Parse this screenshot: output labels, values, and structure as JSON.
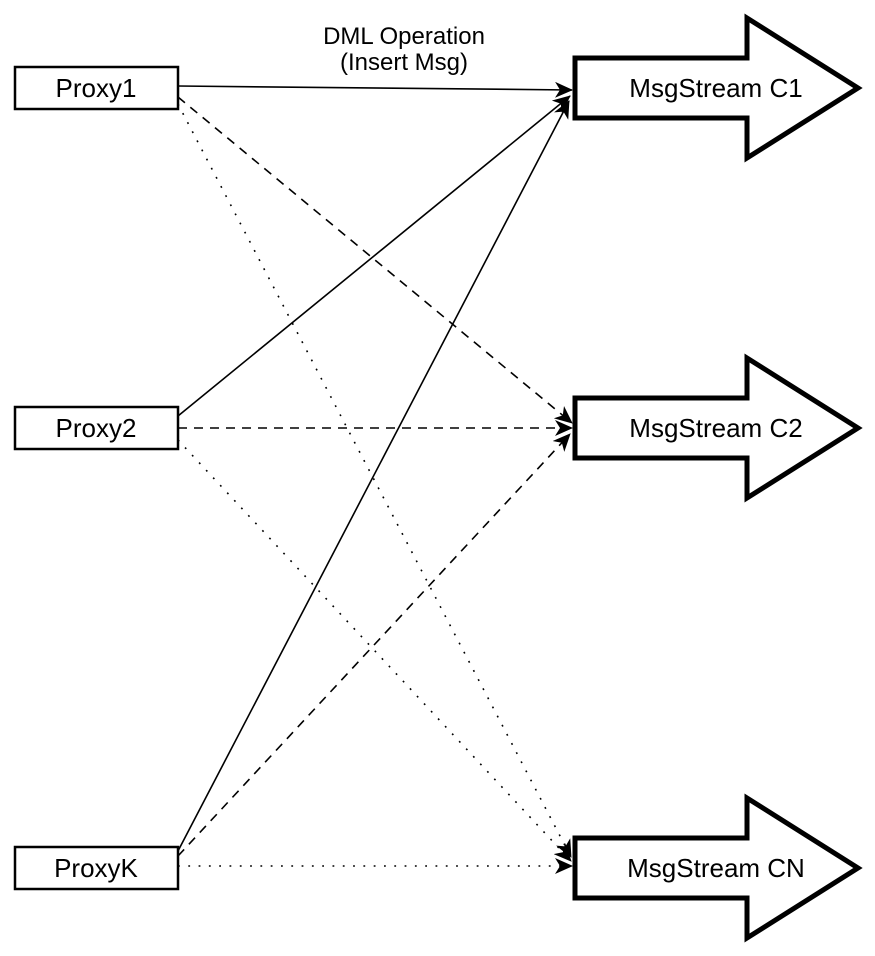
{
  "diagram": {
    "title_line1": "DML Operation",
    "title_line2": "(Insert Msg)",
    "proxies": [
      {
        "label": "Proxy1"
      },
      {
        "label": "Proxy2"
      },
      {
        "label": "ProxyK"
      }
    ],
    "streams": [
      {
        "label": "MsgStream C1"
      },
      {
        "label": "MsgStream C2"
      },
      {
        "label": "MsgStream CN"
      }
    ],
    "edges": [
      {
        "from": "Proxy1",
        "to": "MsgStream C1",
        "style": "solid"
      },
      {
        "from": "Proxy1",
        "to": "MsgStream C2",
        "style": "dashed"
      },
      {
        "from": "Proxy1",
        "to": "MsgStream CN",
        "style": "dotted"
      },
      {
        "from": "Proxy2",
        "to": "MsgStream C1",
        "style": "solid"
      },
      {
        "from": "Proxy2",
        "to": "MsgStream C2",
        "style": "dashed"
      },
      {
        "from": "Proxy2",
        "to": "MsgStream CN",
        "style": "dotted"
      },
      {
        "from": "ProxyK",
        "to": "MsgStream C1",
        "style": "solid"
      },
      {
        "from": "ProxyK",
        "to": "MsgStream C2",
        "style": "dashed"
      },
      {
        "from": "ProxyK",
        "to": "MsgStream CN",
        "style": "dotted"
      }
    ],
    "colors": {
      "line": "#000000",
      "background": "#ffffff",
      "shape_fill": "#ffffff"
    }
  }
}
